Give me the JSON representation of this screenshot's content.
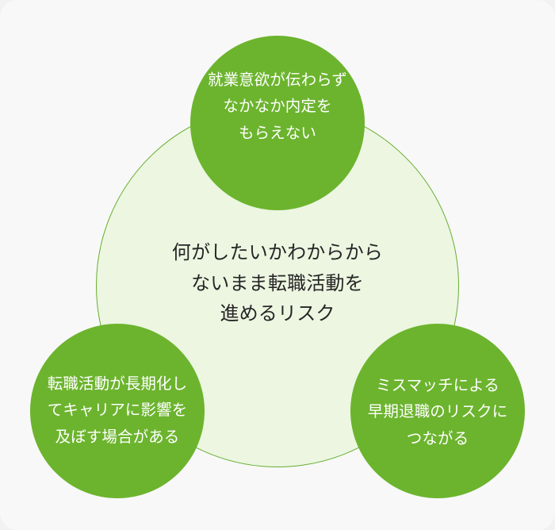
{
  "diagram": {
    "type": "radial-risk-diagram",
    "colors": {
      "page_background": "#f2f2f2",
      "card_background": "#f8f8f8",
      "node_fill": "#6cb42e",
      "center_fill": "#ecf6e1",
      "center_stroke": "#66ae2e",
      "node_text": "#ffffff",
      "center_text": "#262626"
    },
    "center": {
      "lines": [
        "何がしたいかわからから",
        "ないまま転職活動を",
        "進めるリスク"
      ],
      "line1": "何がしたいかわからから",
      "line2": "ないまま転職活動を",
      "line3": "進めるリスク"
    },
    "nodes": [
      {
        "id": "node-top",
        "position": "top",
        "line1": "就業意欲が伝わらず",
        "line2": "なかなか内定を",
        "line3": "もらえない"
      },
      {
        "id": "node-left",
        "position": "bottom-left",
        "line1": "転職活動が長期化し",
        "line2": "てキャリアに影響を",
        "line3": "及ぼす場合がある"
      },
      {
        "id": "node-right",
        "position": "bottom-right",
        "line1": "ミスマッチによる",
        "line2": "早期退職のリスクに",
        "line3": "つながる"
      }
    ]
  }
}
